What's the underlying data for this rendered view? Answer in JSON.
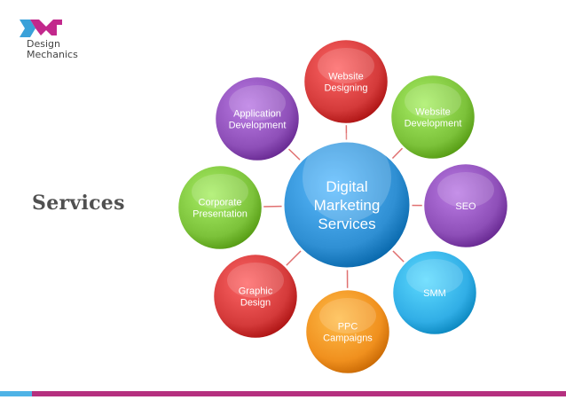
{
  "brand": {
    "name_line1": "Design",
    "name_line2": "Mechanics",
    "logo_colors": {
      "blue": "#3aa1d9",
      "magenta": "#c2288c"
    }
  },
  "slide": {
    "title": "Services"
  },
  "diagram": {
    "center": {
      "line1": "Digital",
      "line2": "Marketing",
      "line3": "Services",
      "color": "#2f8fd3"
    },
    "connector_color": "#e07070",
    "nodes": [
      {
        "line1": "Website",
        "line2": "Designing",
        "color": "#d43a3a"
      },
      {
        "line1": "Website",
        "line2": "Development",
        "color": "#7cc23a"
      },
      {
        "line1": "SEO",
        "line2": "",
        "color": "#8e4fb8"
      },
      {
        "line1": "SMM",
        "line2": "",
        "color": "#31aee6"
      },
      {
        "line1": "PPC",
        "line2": "Campaigns",
        "color": "#f0901e"
      },
      {
        "line1": "Graphic",
        "line2": "Design",
        "color": "#d43a3a"
      },
      {
        "line1": "Corporate",
        "line2": "Presentation",
        "color": "#7cc23a"
      },
      {
        "line1": "Application",
        "line2": "Development",
        "color": "#8e4fb8"
      }
    ]
  },
  "footer": {
    "bar_color_left": "#4fb3e6",
    "bar_color_right": "#b5307f"
  }
}
